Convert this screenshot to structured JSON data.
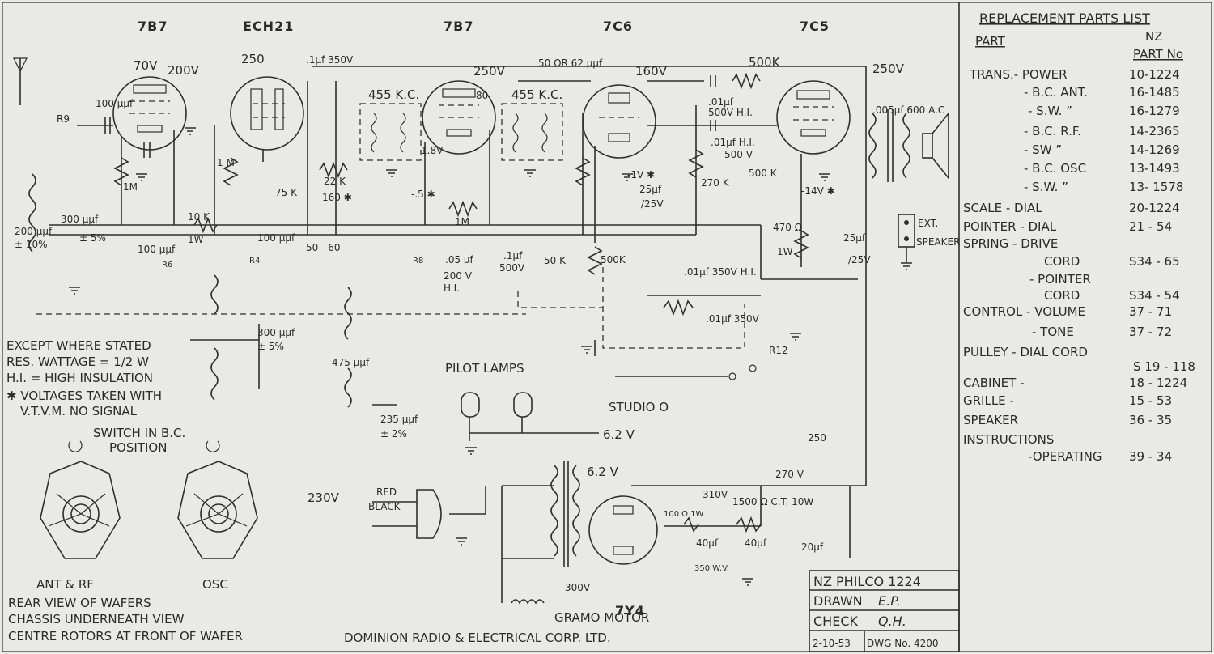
{
  "tubes": {
    "v1": "7B7",
    "v2": "ECH21",
    "v3": "7B7",
    "v4": "7C6",
    "v5": "7C5",
    "v6": "7Y4"
  },
  "parts_list": {
    "title": "REPLACEMENT   PARTS LIST",
    "col_part": "PART",
    "col_nz": "NZ",
    "col_partno": "PART No",
    "rows": [
      {
        "part": "TRANS.- POWER",
        "no": "10-1224"
      },
      {
        "part": "- B.C. ANT.",
        "no": "16-1485"
      },
      {
        "part": "- S.W.   ”",
        "no": "16-1279"
      },
      {
        "part": "- B.C. R.F.",
        "no": "14-2365"
      },
      {
        "part": "- SW    ”",
        "no": "14-1269"
      },
      {
        "part": "- B.C. OSC",
        "no": "13-1493"
      },
      {
        "part": "- S.W.   ”",
        "no": "13- 1578"
      },
      {
        "part": "SCALE - DIAL",
        "no": "20-1224"
      },
      {
        "part": "POINTER - DIAL",
        "no": "21 - 54"
      },
      {
        "part": "SPRING - DRIVE",
        "no": ""
      },
      {
        "part": "CORD",
        "no": "S34 - 65"
      },
      {
        "part": "- POINTER",
        "no": ""
      },
      {
        "part": "CORD",
        "no": "S34 - 54"
      },
      {
        "part": "CONTROL - VOLUME",
        "no": "37 - 71"
      },
      {
        "part": "- TONE",
        "no": "37 - 72"
      },
      {
        "part": "PULLEY - DIAL CORD",
        "no": ""
      },
      {
        "part": "",
        "no": "S 19 - 118"
      },
      {
        "part": "CABINET -",
        "no": "18 - 1224"
      },
      {
        "part": "GRILLE -",
        "no": "15 - 53"
      },
      {
        "part": "SPEAKER",
        "no": "36 - 35"
      },
      {
        "part": "INSTRUCTIONS",
        "no": ""
      },
      {
        "part": "-OPERATING",
        "no": "39 - 34"
      }
    ]
  },
  "notes": {
    "l1": "EXCEPT WHERE STATED",
    "l2": "RES. WATTAGE = 1/2 W",
    "l3": "H.I. = HIGH INSULATION",
    "l4": "✱ VOLTAGES TAKEN WITH",
    "l5": "V.T.V.M.   NO SIGNAL"
  },
  "switch": {
    "title1": "SWITCH IN B.C.",
    "title2": "POSITION",
    "ant_label": "ANT & RF",
    "osc_label": "OSC",
    "footer1": "REAR VIEW OF WAFERS",
    "footer2": "CHASSIS UNDERNEATH VIEW",
    "footer3": "CENTRE ROTORS AT FRONT OF WAFER"
  },
  "company": "DOMINION RADIO & ELECTRICAL CORP. LTD.",
  "title_block": {
    "model": "NZ PHILCO  1224",
    "drawn": "DRAWN",
    "drawn_initials": "E.P.",
    "check": "CHECK",
    "check_initials": "Q.H.",
    "date": "2-10-53",
    "dwg": "DWG No. 4200"
  },
  "labels": {
    "if1": "455 K.C.",
    "if2": "455 K.C.",
    "pilot": "PILOT LAMPS",
    "studio": "STUDIO  O",
    "gramo": "GRAMO MOTOR",
    "mains": "230V",
    "red": "RED",
    "black": "BLACK",
    "v62a": "6.2 V",
    "v62b": "6.2 V",
    "ext": "EXT.",
    "speaker": "SPEAKER",
    "ac": ".005µf 600 A.C",
    "ct": "1500 Ω  C.T. 10W",
    "v250a": "250",
    "v250b": "250V",
    "v250c": "250V",
    "v250d": "250",
    "v270": "270 V",
    "v310": "310V",
    "v300": "300V",
    "v70": "70V",
    "v200": "200V",
    "v160": "160V",
    "r500k_a": "500K",
    "r500k_b": "500K",
    "r500k_c": "500 K",
    "r50k": "50 K",
    "r1m_a": "1M",
    "r1m_b": "1 M",
    "r1m_c": "1M",
    "r10k": "10 K",
    "r10k_w": "1W",
    "r22k": "22 K",
    "r75k": "75 K",
    "r270k": "270 K",
    "r470": "470 Ω",
    "r470w": "1W",
    "r100": "100 Ω 1W",
    "c100a": "100 µµf",
    "c100b": "100 µµf",
    "c100c": "100 µµf",
    "c300a": "300 µµf",
    "c300a_t": "± 5%",
    "c300b": "300 µµf",
    "c300b_t": "± 5%",
    "c235": "235 µµf",
    "c235_t": "± 2%",
    "c475": "475 µµf",
    "c200": "200 µµf",
    "c200_t": "± 10%",
    "c5060": "50 - 60",
    "c50or62": "50 OR 62 µµf",
    "c1uf350": ".1µf 350V",
    "c05": ".05 µf",
    "c05_v": "200 V",
    "c05_h": "H.I.",
    "c1uf500": ".1µf",
    "c1uf500v": "500V",
    "c01a": ".01µf",
    "c01a_v": "500V H.I.",
    "c01b": ".01µf H.I.",
    "c01b_v": "500 V",
    "c01c": ".01µf 350V H.I.",
    "c01d": ".01µf 350V",
    "c25a": "25µf",
    "c25a_v": "/25V",
    "c25b": "25µf",
    "c25b_v": "/25V",
    "c40a": "40µf",
    "c40b": "40µf",
    "c20": "20µf",
    "c350wv": "350 W.V.",
    "vminus5": "-.5 ✱",
    "v18": "1.8V",
    "v80": "80",
    "vminus14": "-14V ✱",
    "vminus1": "-1V ✱",
    "v160b": "160 ✱",
    "r12": "R12",
    "r4": "R4",
    "r6": "R6",
    "r8": "R8",
    "r9": "R9"
  },
  "colors": {
    "paper": "#e9e9e7",
    "ink": "#2f2f2f"
  }
}
